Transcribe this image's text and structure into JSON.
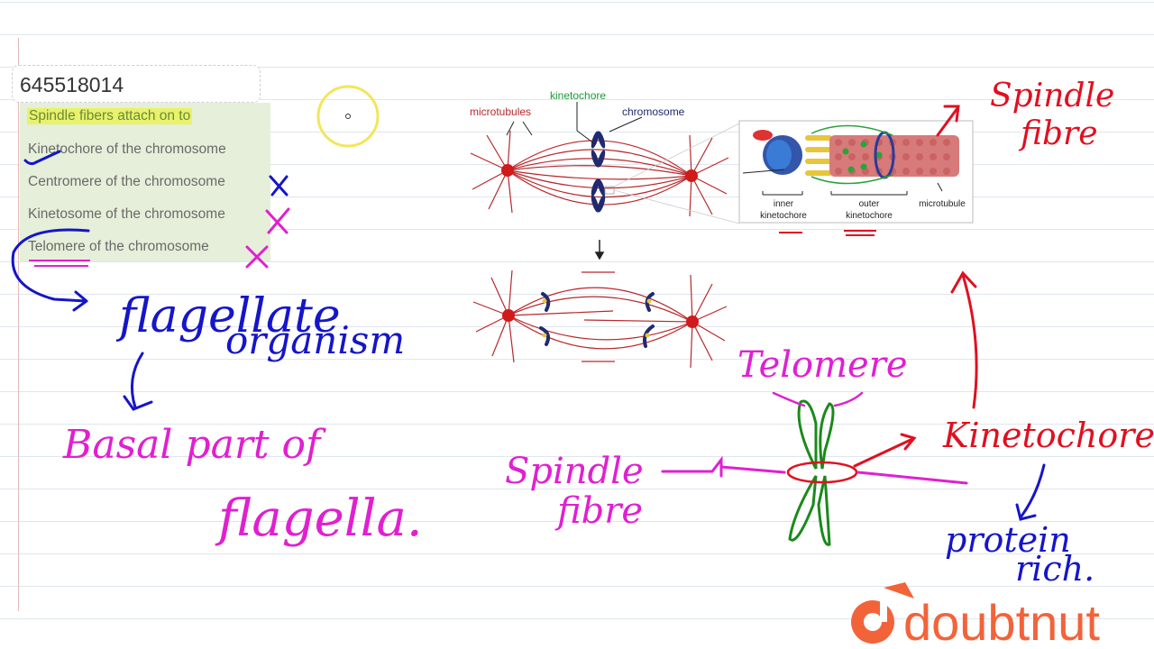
{
  "question": {
    "id": "645518014",
    "text": "Spindle fibers attach on to",
    "options": [
      "Kinetochore of the chromosome",
      "Centromere of the chromosome",
      "Kinetosome of the chromosome",
      "Telomere of the chromosome"
    ]
  },
  "figure": {
    "labels": {
      "microtubules": "microtubules",
      "kinetochore": "kinetochore",
      "chromosome": "chromosome",
      "inner_kinetochore_1": "inner",
      "inner_kinetochore_2": "kinetochore",
      "outer_kinetochore_1": "outer",
      "outer_kinetochore_2": "kinetochore",
      "microtubule": "microtubule"
    }
  },
  "annotations": {
    "flagellate_1": "flagellate",
    "flagellate_2": "organism",
    "basal_1": "Basal part of",
    "basal_2": "flagella.",
    "spindle_top_1": "Spindle",
    "spindle_top_2": "fibre",
    "telomere": "Telomere",
    "kinetochore": "Kinetochore",
    "spindle_mid_1": "Spindle",
    "spindle_mid_2": "fibre",
    "protein_1": "protein",
    "protein_2": "rich."
  },
  "brand": {
    "name": "doubtnut",
    "color": "#f2633a"
  },
  "colors": {
    "blue_ink": "#1515c9",
    "magenta_ink": "#e020d0",
    "red_ink": "#e01020",
    "green_ink": "#1a8a1a"
  }
}
